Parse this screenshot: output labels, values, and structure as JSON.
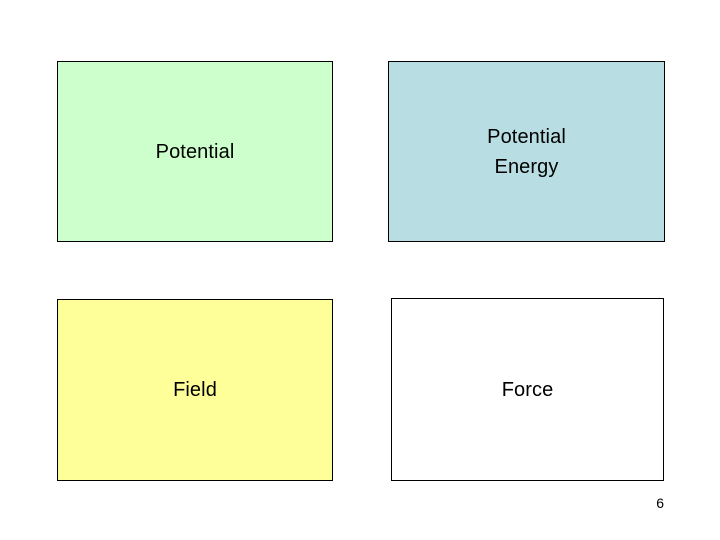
{
  "slide": {
    "background_color": "#FFFFFF",
    "page_number": "6",
    "boxes": [
      {
        "name": "potential",
        "label": "Potential",
        "fill_color": "#CCFFCC",
        "border_color": "#000000",
        "position": "top-left"
      },
      {
        "name": "potential-energy",
        "label": "Potential\nEnergy",
        "fill_color": "#B8DEE3",
        "border_color": "#000000",
        "position": "top-right"
      },
      {
        "name": "field",
        "label": "Field",
        "fill_color": "#FFFF99",
        "border_color": "#000000",
        "position": "bottom-left"
      },
      {
        "name": "force",
        "label": "Force",
        "fill_color": "#FFFFFF",
        "border_color": "#000000",
        "position": "bottom-right"
      }
    ]
  }
}
